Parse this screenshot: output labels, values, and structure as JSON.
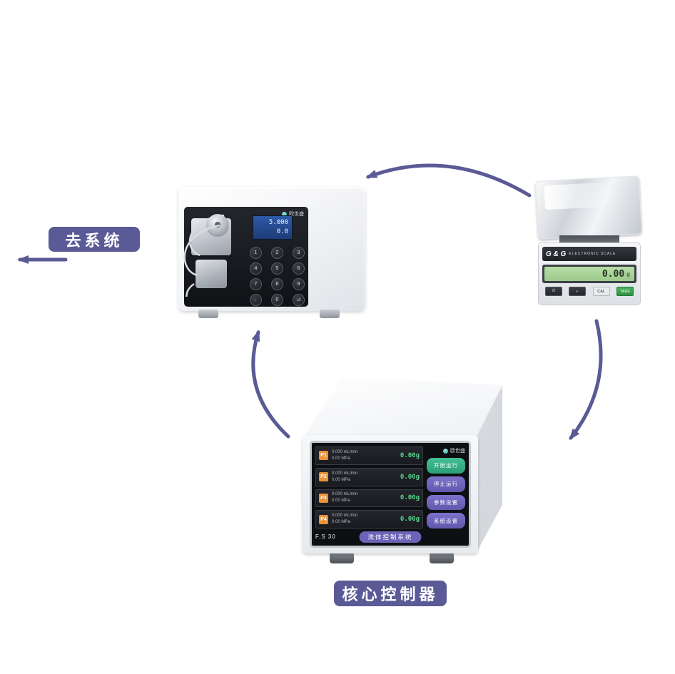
{
  "accent_color": "#5a5a96",
  "labels": {
    "to_system": "去系统",
    "core_controller": "核心控制器"
  },
  "pump": {
    "logo_text": "欧世盛",
    "display_lines": [
      "5.000",
      "0.0"
    ],
    "keypad": [
      "1",
      "2",
      "3",
      "4",
      "5",
      "6",
      "7",
      "8",
      "9",
      ".",
      "0",
      "⏎"
    ]
  },
  "scale": {
    "brand": "G & G",
    "subtitle": "ELECTRONIC SCALE",
    "display_value": "0.00",
    "display_unit": "g",
    "buttons": [
      {
        "label": "⏻"
      },
      {
        "label": "◐"
      },
      {
        "label": "CAL"
      },
      {
        "label": "TARE"
      }
    ]
  },
  "controller": {
    "model": "F.S 30",
    "banner": "流体控制系统",
    "logo_text": "欧世盛",
    "channels": [
      {
        "id": "P1",
        "flow": "0.000 mL/min",
        "pressure": "0.00 MPa",
        "weight": "0.00g"
      },
      {
        "id": "P2",
        "flow": "0.000 mL/min",
        "pressure": "0.00 MPa",
        "weight": "0.00g"
      },
      {
        "id": "P3",
        "flow": "0.000 mL/min",
        "pressure": "0.00 MPa",
        "weight": "0.00g"
      },
      {
        "id": "P4",
        "flow": "0.000 mL/min",
        "pressure": "0.00 MPa",
        "weight": "0.00g"
      }
    ],
    "buttons": [
      {
        "label": "开始运行",
        "color": "#35b184"
      },
      {
        "label": "停止运行",
        "color": "#7166bd"
      },
      {
        "label": "参数设置",
        "color": "#7166bd"
      },
      {
        "label": "系统设置",
        "color": "#7166bd"
      }
    ]
  }
}
